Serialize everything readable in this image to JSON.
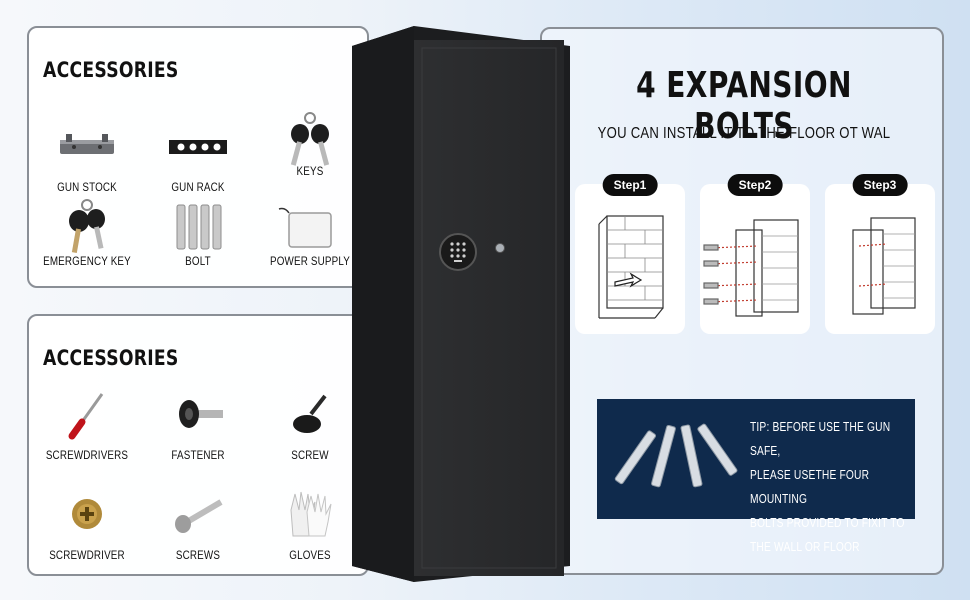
{
  "accessories_top": {
    "title": "ACCESSORIES",
    "items": [
      {
        "label": "GUN STOCK",
        "icon": "gun-stock-icon"
      },
      {
        "label": "GUN RACK",
        "icon": "gun-rack-icon"
      },
      {
        "label": "KEYS",
        "icon": "keys-icon"
      },
      {
        "label": "EMERGENCY KEY",
        "icon": "emergency-key-icon"
      },
      {
        "label": "BOLT",
        "icon": "bolt-icon"
      },
      {
        "label": "POWER SUPPLY",
        "icon": "power-supply-icon"
      }
    ]
  },
  "accessories_bottom": {
    "title": "ACCESSORIES",
    "items": [
      {
        "label": "SCREWDRIVERS",
        "icon": "screwdriver-icon"
      },
      {
        "label": "FASTENER",
        "icon": "fastener-icon"
      },
      {
        "label": "SCREW",
        "icon": "screw-icon"
      },
      {
        "label": "SCREWDRIVER",
        "icon": "screw-head-icon"
      },
      {
        "label": "SCREWS",
        "icon": "screws-icon"
      },
      {
        "label": "GLOVES",
        "icon": "gloves-icon"
      }
    ]
  },
  "install": {
    "title": "4 EXPANSION BOLTS",
    "subtitle": "YOU CAN INSTALL IT TO THE FLOOR OT WAL",
    "steps": [
      {
        "label": "Step1"
      },
      {
        "label": "Step2"
      },
      {
        "label": "Step3"
      }
    ],
    "tip_lines": [
      "TIP: BEFORE USE THE GUN SAFE,",
      "PLEASE USETHE FOUR MOUNTING",
      "BOLTS PROVIDED TO FIXIT TO",
      "THE WALL OR FLOOR"
    ]
  },
  "colors": {
    "safe_body": "#2b2b2d",
    "tip_background": "#0f2a4c",
    "panel_border": "#8a8f96"
  }
}
